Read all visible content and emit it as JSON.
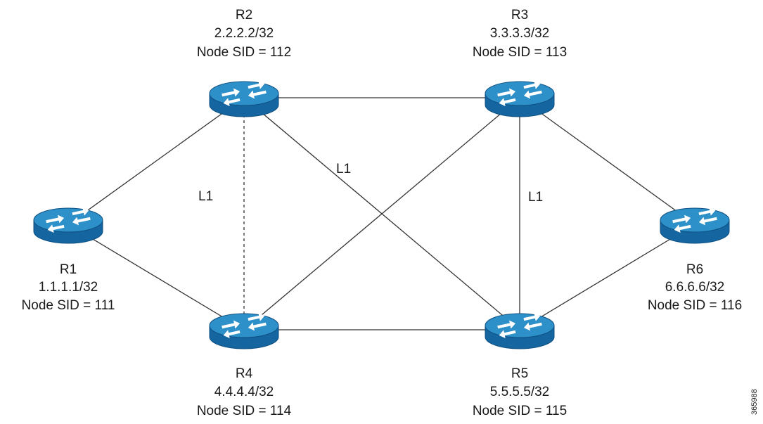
{
  "colors": {
    "router_top": "#2d90c8",
    "router_side": "#1566a0",
    "router_rim": "#0e4f82",
    "router_arrow": "#ffffff",
    "link": "#333333",
    "text": "#1a1a1a"
  },
  "nodes": [
    {
      "id": "R1",
      "name": "R1",
      "prefix": "1.1.1.1/32",
      "sid": "Node SID = 111",
      "icon": "router-icon"
    },
    {
      "id": "R2",
      "name": "R2",
      "prefix": "2.2.2.2/32",
      "sid": "Node SID = 112",
      "icon": "router-icon"
    },
    {
      "id": "R3",
      "name": "R3",
      "prefix": "3.3.3.3/32",
      "sid": "Node SID = 113",
      "icon": "router-icon"
    },
    {
      "id": "R4",
      "name": "R4",
      "prefix": "4.4.4.4/32",
      "sid": "Node SID = 114",
      "icon": "router-icon"
    },
    {
      "id": "R5",
      "name": "R5",
      "prefix": "5.5.5.5/32",
      "sid": "Node SID = 115",
      "icon": "router-icon"
    },
    {
      "id": "R6",
      "name": "R6",
      "prefix": "6.6.6.6/32",
      "sid": "Node SID = 116",
      "icon": "router-icon"
    }
  ],
  "links": [
    {
      "from": "R1",
      "to": "R2",
      "style": "solid"
    },
    {
      "from": "R1",
      "to": "R4",
      "style": "solid"
    },
    {
      "from": "R2",
      "to": "R3",
      "style": "solid"
    },
    {
      "from": "R2",
      "to": "R4",
      "style": "dashed"
    },
    {
      "from": "R2",
      "to": "R5",
      "style": "solid"
    },
    {
      "from": "R4",
      "to": "R3",
      "style": "solid"
    },
    {
      "from": "R4",
      "to": "R5",
      "style": "solid"
    },
    {
      "from": "R3",
      "to": "R5",
      "style": "solid"
    },
    {
      "from": "R3",
      "to": "R6",
      "style": "solid"
    },
    {
      "from": "R5",
      "to": "R6",
      "style": "solid"
    }
  ],
  "link_labels": [
    {
      "id": "l1-left",
      "text": "L1"
    },
    {
      "id": "l1-center",
      "text": "L1"
    },
    {
      "id": "l1-right",
      "text": "L1"
    }
  ],
  "figure_id": "365988"
}
